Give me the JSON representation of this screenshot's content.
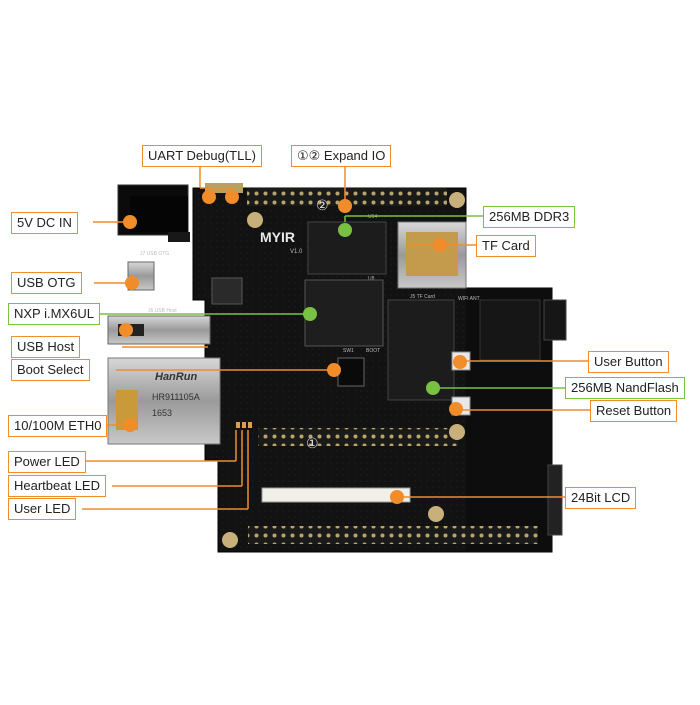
{
  "board": {
    "brand": "MYIR",
    "version": "V1.0",
    "ethernet_jack_text": "HanRun",
    "ethernet_jack_part": "HR911105A",
    "ethernet_jack_code": "1653",
    "header_marker_1": "①",
    "header_marker_2": "②",
    "silkscreen_tf": "J5 TF Card",
    "silkscreen_sw": "SW1",
    "silkscreen_boot": "BOOT",
    "silkscreen_u14": "U14",
    "silkscreen_u8": "U8",
    "silkscreen_usbhost": "J6 USB Host",
    "silkscreen_usbotg": "J7 USB OTG",
    "silkscreen_wifi": "WIFI ANT"
  },
  "colors": {
    "callout_orange": "#f08c2a",
    "callout_green": "#79c142",
    "pcb": "#111111"
  },
  "labels": {
    "uart_debug": "UART Debug(TLL)",
    "expand_io": "①② Expand IO",
    "dc_in": "5V DC IN",
    "ddr3": "256MB DDR3",
    "tf_card": "TF Card",
    "usb_otg": "USB OTG",
    "nxp": "NXP i.MX6UL",
    "usb_host": "USB Host",
    "user_button": "User Button",
    "boot_select": "Boot Select",
    "nandflash": "256MB NandFlash",
    "reset_button": "Reset Button",
    "eth0": "10/100M ETH0",
    "power_led": "Power LED",
    "heartbeat_led": "Heartbeat LED",
    "user_led": "User LED",
    "lcd": "24Bit LCD"
  }
}
